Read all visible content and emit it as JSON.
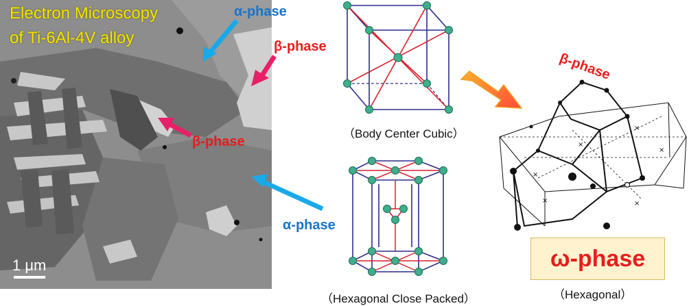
{
  "micrograph": {
    "title_line1": "Electron Microscopy",
    "title_line2": "of Ti-6Al-4V alloy",
    "scale_bar": "1 μm",
    "labels": {
      "alpha_top": "α-phase",
      "beta_top": "β-phase",
      "beta_mid": "β-phase",
      "alpha_bottom": "α-phase"
    }
  },
  "structures": {
    "bcc_caption": "（Body Center Cubic）",
    "hcp_caption": "（Hexagonal Close Packed）",
    "hex_beta_label": "β-phase",
    "omega_label": "ω-phase",
    "omega_caption": "（Hexagonal）"
  },
  "colors": {
    "alpha": "#1a73c6",
    "beta": "#e81d1d",
    "title": "#f5e400",
    "omega_box": "#fff3cf",
    "atom": "#3fae8c",
    "lattice_edge": "#2c2c8c",
    "lattice_inner": "#d81f2a"
  }
}
